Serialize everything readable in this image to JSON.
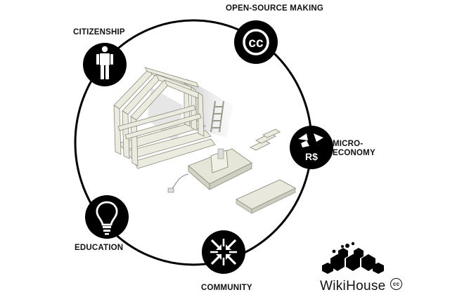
{
  "diagram": {
    "nodes": [
      {
        "id": "citizenship",
        "label": "CITIZENSHIP",
        "icon": "person-icon"
      },
      {
        "id": "open_source",
        "label": "OPEN-SOURCE MAKING",
        "icon": "creative-commons-icon"
      },
      {
        "id": "micro_economy",
        "label_line1": "MICRO-",
        "label_line2": "ECONOMY",
        "icon": "recycle-currency-icon",
        "icon_text": "R$"
      },
      {
        "id": "education",
        "label": "EDUCATION",
        "icon": "lightbulb-icon"
      },
      {
        "id": "community",
        "label": "COMMUNITY",
        "icon": "converging-arrows-icon"
      }
    ],
    "icon_cc_text": "cc",
    "center_image": "wikihouse-frame-and-cnc-illustration"
  },
  "brand": {
    "name": "WikiHouse",
    "cc_mark": "cc",
    "logo": "wikihouse-hexagon-logo"
  },
  "colors": {
    "ring": "#000000",
    "icon_bg": "#000000",
    "icon_fg": "#ffffff",
    "plywood": "#ebebdf",
    "shadow": "#bdbdbd"
  }
}
